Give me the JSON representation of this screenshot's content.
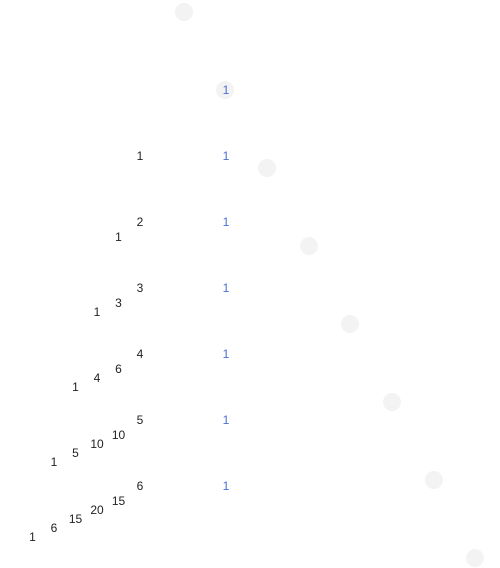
{
  "pivot_value": "1",
  "triangle_rows": [
    [
      "1"
    ],
    [
      "1",
      "2"
    ],
    [
      "1",
      "3",
      "3"
    ],
    [
      "1",
      "4",
      "6",
      "4"
    ],
    [
      "1",
      "5",
      "10",
      "10",
      "5"
    ],
    [
      "1",
      "6",
      "15",
      "20",
      "15",
      "6"
    ]
  ],
  "column_ones": [
    "1",
    "1",
    "1",
    "1",
    "1",
    "1"
  ],
  "colors": {
    "ones_color": "#4a6fd3",
    "numbers_color": "#222222",
    "circle_fill": "#f3f3f3"
  }
}
